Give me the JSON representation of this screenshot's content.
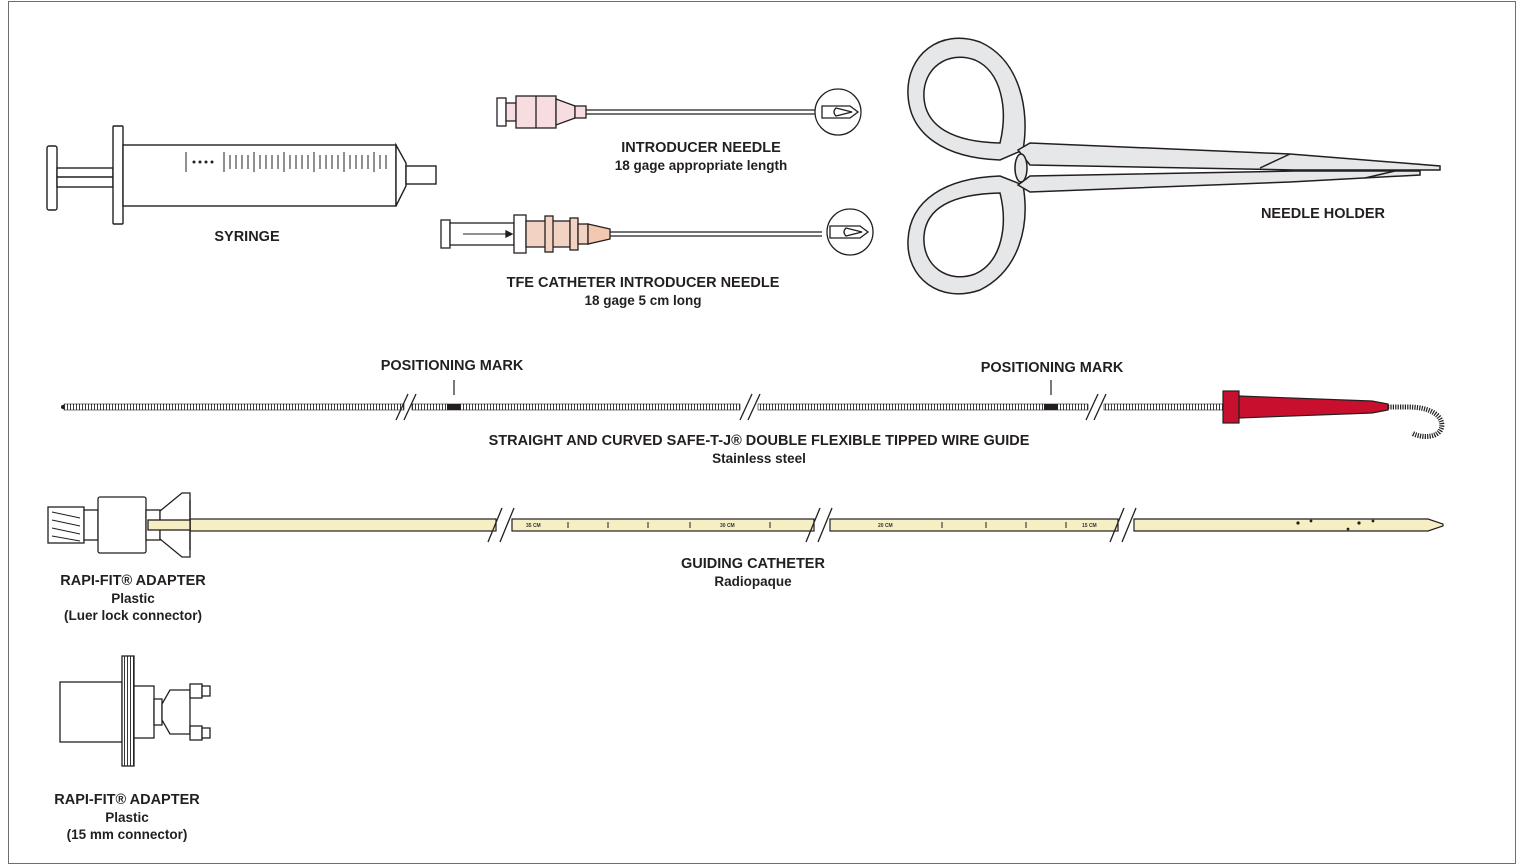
{
  "labels": {
    "syringe": "SYRINGE",
    "introducer_needle": {
      "title": "INTRODUCER NEEDLE",
      "detail": "18 gage appropriate length"
    },
    "tfe_needle": {
      "title": "TFE CATHETER INTRODUCER NEEDLE",
      "detail": "18 gage 5 cm long"
    },
    "needle_holder": "NEEDLE HOLDER",
    "positioning_mark_left": "POSITIONING MARK",
    "positioning_mark_right": "POSITIONING MARK",
    "wire_guide": {
      "title": "STRAIGHT AND CURVED SAFE-T-J® DOUBLE FLEXIBLE TIPPED WIRE GUIDE",
      "detail": "Stainless steel"
    },
    "guiding_catheter": {
      "title": "GUIDING CATHETER",
      "detail": "Radiopaque"
    },
    "adapter_luer": {
      "title": "RAPI-FIT® ADAPTER",
      "material": "Plastic",
      "detail": "(Luer lock connector)"
    },
    "adapter_15mm": {
      "title": "RAPI-FIT® ADAPTER",
      "material": "Plastic",
      "detail": "(15 mm connector)"
    }
  },
  "catheter_scale": {
    "mark_35": "35 CM",
    "mark_30": "30 CM",
    "mark_20": "20 CM",
    "mark_15": "15 CM"
  },
  "colors": {
    "outline": "#231f20",
    "frame": "#6d6e71",
    "needle_hub_pink": "#f7dde0",
    "tfe_hub_peach": "#f2d2c2",
    "tfe_cone": "#f2c9b0",
    "holder_fill": "#e6e7e8",
    "wire_handle_red": "#c8102e",
    "catheter_yellow": "#f6efc4"
  }
}
